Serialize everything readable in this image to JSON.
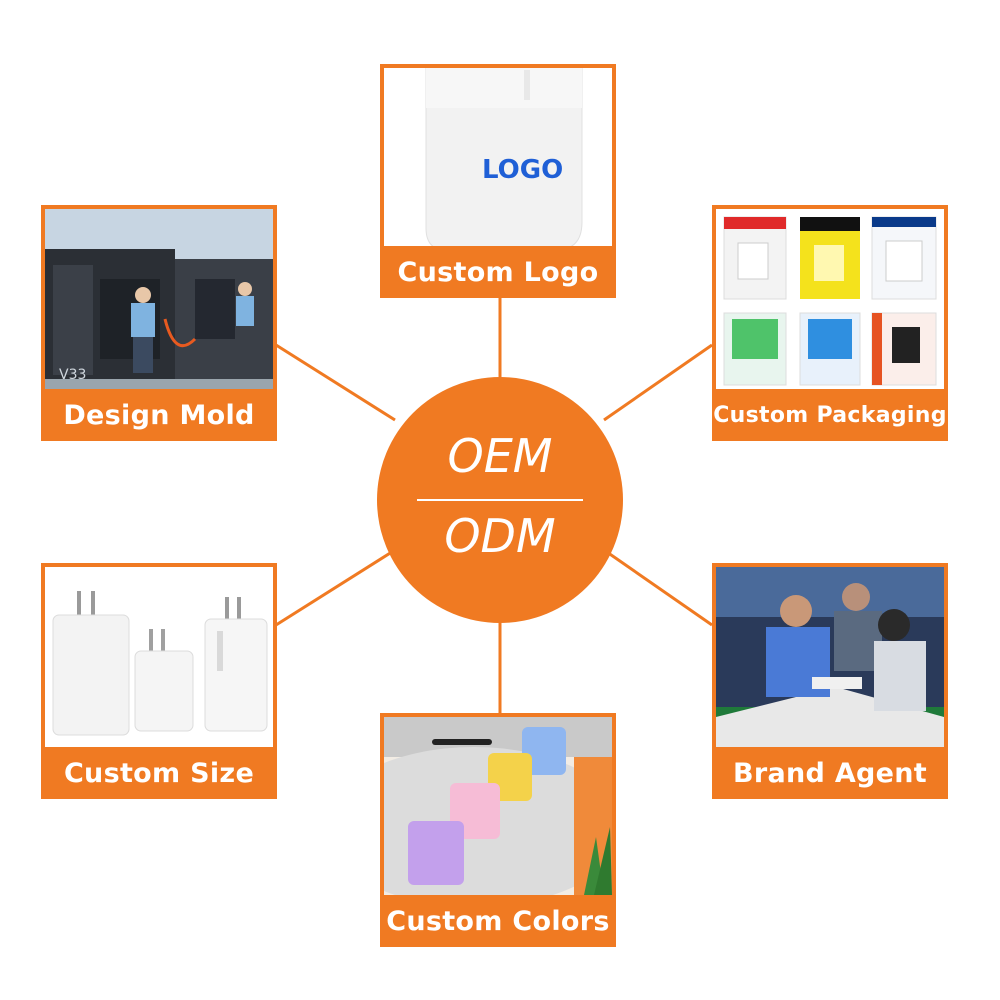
{
  "center": {
    "top_text": "OEM",
    "bottom_text": "ODM"
  },
  "cards": {
    "custom_logo": {
      "label": "Custom Logo",
      "logo_text": "LOGO"
    },
    "design_mold": {
      "label": "Design Mold",
      "machine_text": "V33"
    },
    "custom_packaging": {
      "label": "Custom Packaging"
    },
    "custom_size": {
      "label": "Custom Size"
    },
    "custom_colors": {
      "label": "Custom Colors"
    },
    "brand_agent": {
      "label": "Brand Agent"
    }
  },
  "colors": {
    "accent": "#f07a22",
    "logo_blue": "#1f5fd6"
  }
}
